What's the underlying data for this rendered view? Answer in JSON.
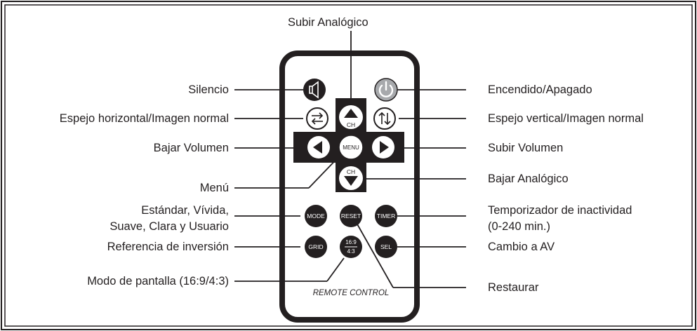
{
  "labels": {
    "top": "Subir Analógico",
    "silencio": "Silencio",
    "espejo_h": "Espejo horizontal/Imagen normal",
    "bajar_vol": "Bajar Volumen",
    "menu": "Menú",
    "estandar_1": "Estándar, Vívida,",
    "estandar_2": "Suave, Clara y Usuario",
    "referencia": "Referencia de inversión",
    "modo_pantalla": "Modo de pantalla (16:9/4:3)",
    "encendido": "Encendido/Apagado",
    "espejo_v": "Espejo vertical/Imagen normal",
    "subir_vol": "Subir Volumen",
    "bajar_analog": "Bajar Analógico",
    "temporizador_1": "Temporizador de inactividad",
    "temporizador_2": "(0-240 min.)",
    "cambio_av": "Cambio a AV",
    "restaurar": "Restaurar"
  },
  "buttons": {
    "ch": "CH",
    "menu": "MENU",
    "mode": "MODE",
    "reset": "RESET",
    "timer": "TIMER",
    "grid": "GRID",
    "sel": "SEL",
    "ratio_top": "16:9",
    "ratio_bottom": "4:3"
  },
  "remote_caption": "REMOTE CONTROL",
  "colors": {
    "body": "#231f20",
    "power": "#a7a9ac",
    "text": "#231f20"
  }
}
